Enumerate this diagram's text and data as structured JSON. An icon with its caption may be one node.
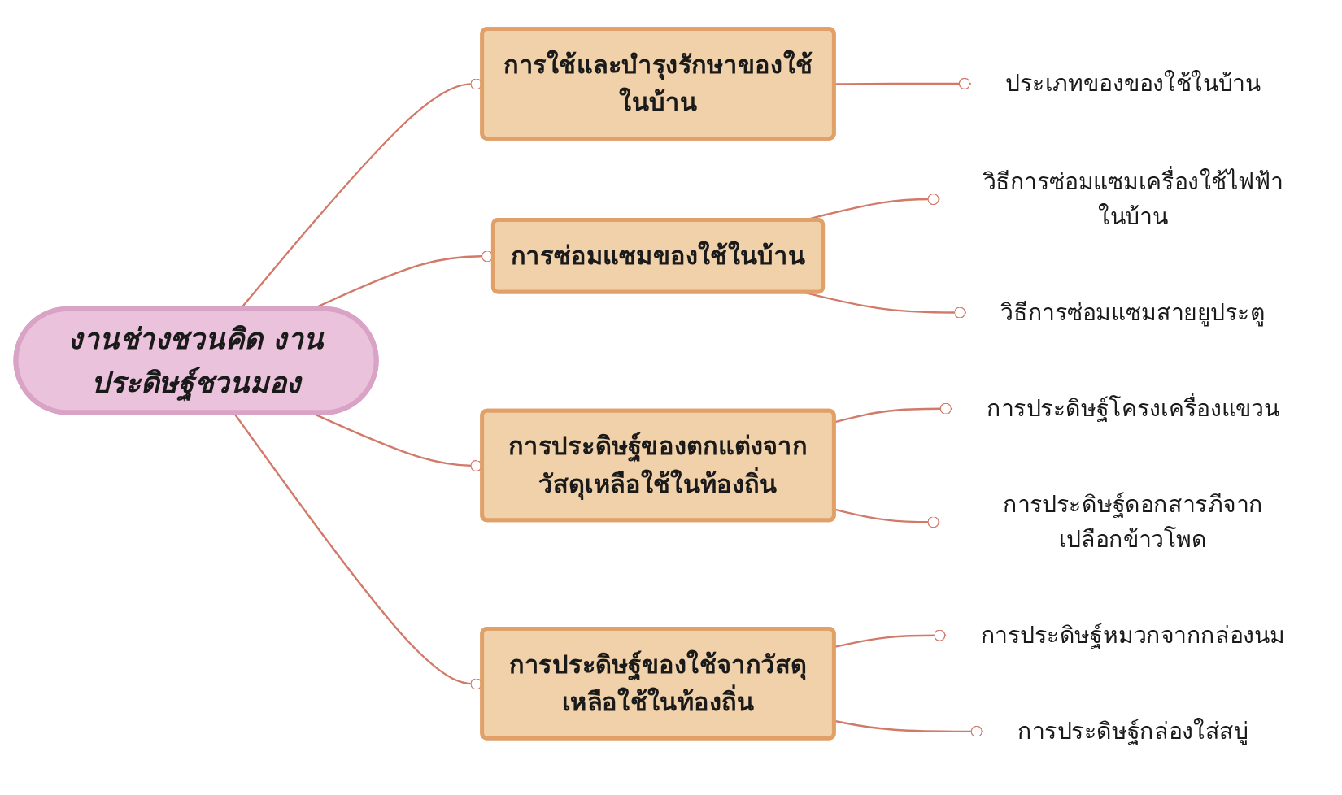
{
  "diagram": {
    "nodes": [
      {
        "text": [
          "งานช่างชวนคิด งานประดิษฐ์ชวนมอง"
        ]
      },
      {
        "text": [
          "การใช้และบำรุงรักษาของใช้ในบ้าน"
        ]
      },
      {
        "text": [
          "ประเภทของของใช้ในบ้าน"
        ]
      },
      {
        "text": [
          "การซ่อมแซมของใช้ในบ้าน"
        ]
      },
      {
        "text": [
          "วิธีการซ่อมแซมเครื่องใช้ไฟฟ้าในบ้าน"
        ]
      },
      {
        "text": [
          "วิธีการซ่อมแซมสายยูประตู"
        ]
      },
      {
        "text": [
          "การประดิษฐ์ของตกแต่งจากวัสดุเหลือใช้ในท้องถิ่น"
        ]
      },
      {
        "text": [
          "การประดิษฐ์โครงเครื่องแขวน"
        ]
      },
      {
        "text": [
          "การประดิษฐ์ดอกสารภีจากเปลือกข้าวโพด"
        ]
      },
      {
        "text": [
          "การประดิษฐ์ของใช้จากวัสดุเหลือใช้ในท้องถิ่น"
        ]
      },
      {
        "text": [
          "การประดิษฐ์หมวกจากกล่องนม"
        ]
      },
      {
        "text": [
          "การประดิษฐ์กล่องใส่สบู่"
        ]
      }
    ],
    "edges": [
      {
        "from": 0,
        "to": 1,
        "arrow": "other"
      },
      {
        "from": 0,
        "to": 3,
        "arrow": "other"
      },
      {
        "from": 0,
        "to": 6,
        "arrow": "other"
      },
      {
        "from": 0,
        "to": 9,
        "arrow": "other"
      },
      {
        "from": 1,
        "to": 2,
        "arrow": "other"
      },
      {
        "from": 3,
        "to": 4,
        "arrow": "other"
      },
      {
        "from": 3,
        "to": 5,
        "arrow": "other"
      },
      {
        "from": 6,
        "to": 7,
        "arrow": "other"
      },
      {
        "from": 6,
        "to": 8,
        "arrow": "other"
      },
      {
        "from": 9,
        "to": 10,
        "arrow": "other"
      },
      {
        "from": 9,
        "to": 11,
        "arrow": "other"
      }
    ]
  }
}
